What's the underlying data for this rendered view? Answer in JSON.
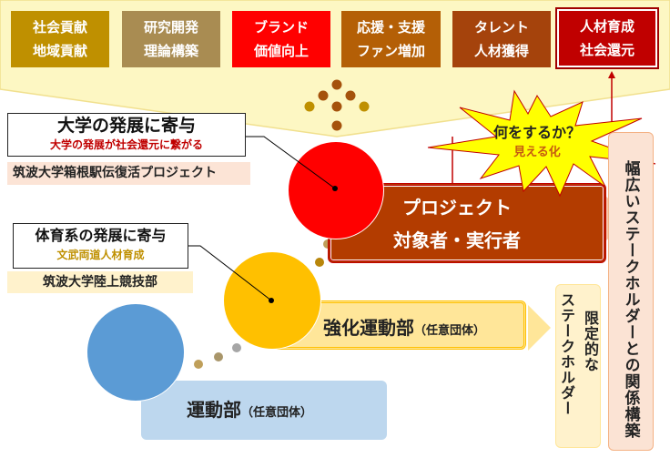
{
  "top_boxes": [
    {
      "line1": "社会貢献",
      "line2": "地域貢献",
      "color": "#bf9000"
    },
    {
      "line1": "研究開発",
      "line2": "理論構築",
      "color": "#a98c52"
    },
    {
      "line1": "ブランド",
      "line2": "価値向上",
      "color": "#ff0000"
    },
    {
      "line1": "応援・支援",
      "line2": "ファン増加",
      "color": "#b45f06"
    },
    {
      "line1": "タレント",
      "line2": "人材獲得",
      "color": "#a5430c"
    },
    {
      "line1": "人材育成",
      "line2": "社会還元",
      "color": "#c00000"
    }
  ],
  "starburst": {
    "title": "何をするか？",
    "subtitle": "見える化"
  },
  "university": {
    "title": "大学の発展に寄与",
    "subtitle": "大学の発展が社会還元に繋がる",
    "project": "筑波大学箱根駅伝復活プロジェクト"
  },
  "sports": {
    "title": "体育系の発展に寄与",
    "subtitle": "文武両道人材育成",
    "club": "筑波大学陸上競技部"
  },
  "project_box": {
    "line1": "プロジェクト",
    "line2": "対象者・実行者"
  },
  "strengthen_box": {
    "label": "強化運動部",
    "note": "（任意団体）"
  },
  "club_box": {
    "label": "運動部",
    "note": "（任意団体）"
  },
  "limited": {
    "col1": "限定的な",
    "col2": "ステークホルダー"
  },
  "wide": {
    "text": "幅広いステークホルダーとの関係構築"
  }
}
